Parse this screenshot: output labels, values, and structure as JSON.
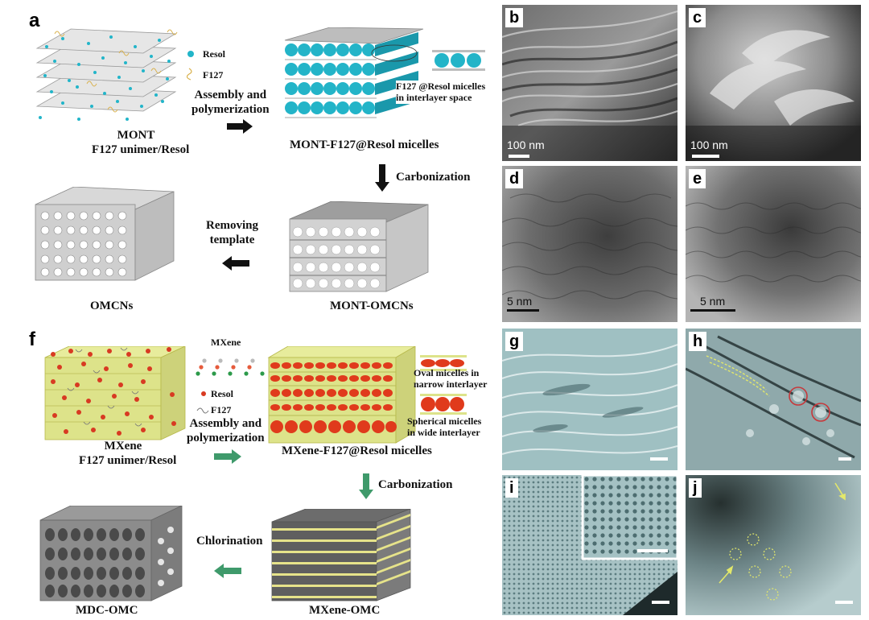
{
  "panel_a": {
    "label": "a",
    "legend_resol": "Resol",
    "legend_f127": "F127",
    "step1": "Assembly and\npolymerization",
    "micelle_note": "F127 @Resol micelles\nin interlayer space",
    "cap_mont": "MONT\nF127 unimer/Resol",
    "cap_mont_f127": "MONT-F127@Resol micelles",
    "step2": "Carbonization",
    "step3": "Removing\ntemplate",
    "cap_omcns": "OMCNs",
    "cap_mont_omcns": "MONT-OMCNs"
  },
  "panel_f": {
    "label": "f",
    "legend_mxene": "MXene",
    "legend_resol": "Resol",
    "legend_f127": "F127",
    "step1": "Assembly and\npolymerization",
    "oval_note": "Oval micelles in\nnarrow interlayer",
    "spherical_note": "Spherical micelles\nin wide interlayer",
    "cap_mxene": "MXene\nF127 unimer/Resol",
    "cap_mxene_f127": "MXene-F127@Resol micelles",
    "step2": "Carbonization",
    "step3": "Chlorination",
    "cap_mdc": "MDC-OMC",
    "cap_mxene_omc": "MXene-OMC"
  },
  "micrographs": {
    "b": {
      "label": "b",
      "scale": "100 nm"
    },
    "c": {
      "label": "c",
      "scale": "100 nm"
    },
    "d": {
      "label": "d",
      "scale": "5 nm"
    },
    "e": {
      "label": "e",
      "scale": "5 nm"
    },
    "g": {
      "label": "g"
    },
    "h": {
      "label": "h"
    },
    "i": {
      "label": "i"
    },
    "j": {
      "label": "j"
    }
  },
  "colors": {
    "resol_blue": "#22b5c9",
    "resol_red": "#d83a22",
    "mxene_sheet": "#dde38a",
    "arrow_green": "#3f9a6b",
    "sem_teal": "#a9c4c6"
  }
}
